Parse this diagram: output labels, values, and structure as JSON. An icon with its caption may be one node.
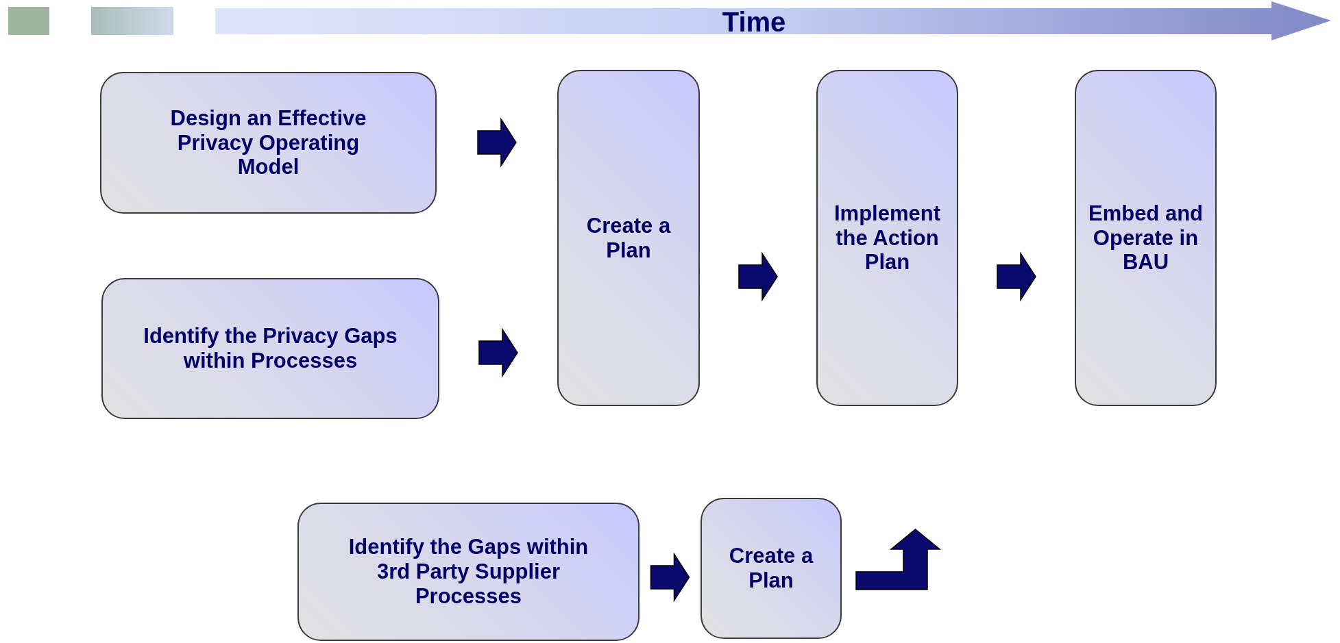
{
  "diagram": {
    "nodes": [
      {
        "text": [
          "Design an Effective Privacy Operating Model"
        ]
      },
      {
        "text": [
          "Identify the Privacy Gaps within Processes"
        ]
      },
      {
        "text": [
          "Create a Plan"
        ]
      },
      {
        "text": [
          "Implement the Action Plan"
        ]
      },
      {
        "text": [
          "Embed and Operate in BAU"
        ]
      },
      {
        "text": [
          "Identify the Gaps within 3rd Party Supplier Processes"
        ]
      },
      {
        "text": [
          "Create a Plan"
        ]
      }
    ],
    "edges": [
      {
        "from": 0,
        "to": 2,
        "arrow": "to"
      },
      {
        "from": 1,
        "to": 2,
        "arrow": "to"
      },
      {
        "from": 2,
        "to": 3,
        "arrow": "to"
      },
      {
        "from": 3,
        "to": 4,
        "arrow": "to"
      },
      {
        "from": 5,
        "to": 6,
        "arrow": "to"
      },
      {
        "from": 6,
        "to": null,
        "arrow": "to"
      }
    ],
    "labels": [
      "Time"
    ]
  }
}
